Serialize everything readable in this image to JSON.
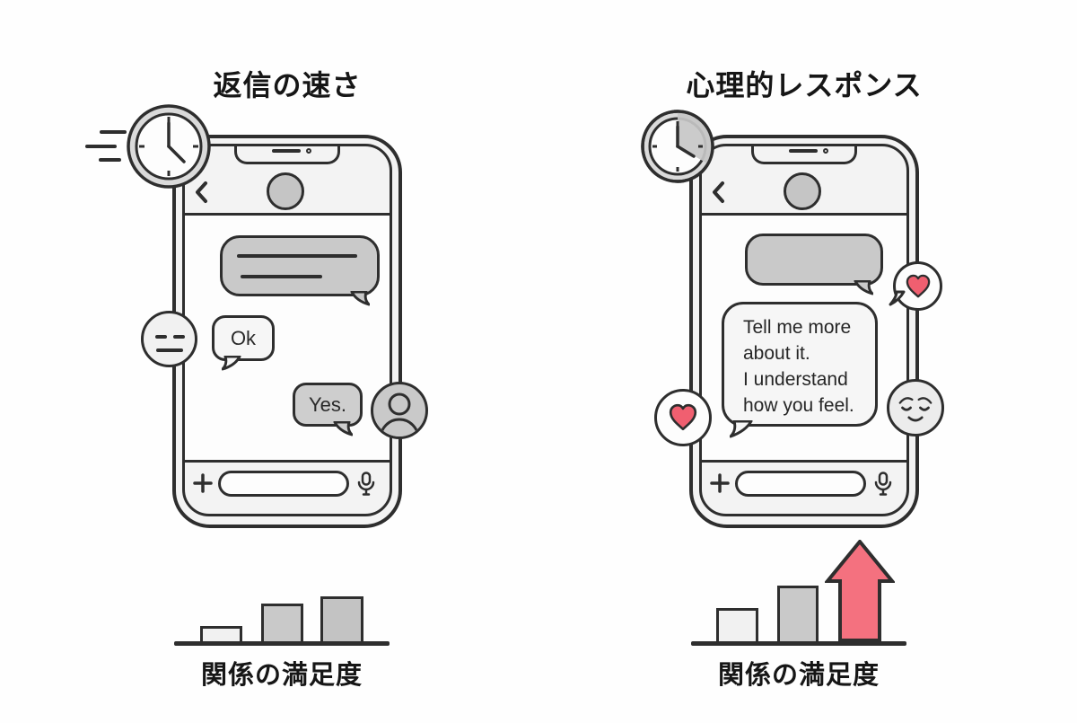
{
  "left_panel": {
    "title": "返信の速さ",
    "phone": {
      "messages": {
        "ok": "Ok",
        "yes": "Yes."
      }
    },
    "chart": {
      "label": "関係の満足度"
    }
  },
  "right_panel": {
    "title": "心理的レスポンス",
    "message_lines": [
      "Tell me more",
      "about it.",
      "I understand",
      "how you feel."
    ],
    "chart": {
      "label": "関係の満足度"
    }
  },
  "icons": [
    "speeding-clock-icon",
    "elapsed-time-clock-icon",
    "back-chevron-icon",
    "contact-avatar",
    "expressionless-face-icon",
    "relieved-face-icon",
    "person-avatar-icon",
    "heart-icon",
    "heart-speech-bubble",
    "plus-icon",
    "mic-icon",
    "up-arrow",
    "speaker-notch",
    "camera-dot"
  ],
  "colors": {
    "outline": "#2E2E2E",
    "frame_fill": "#F3F3F3",
    "bubble_gray": "#C9C9C9",
    "bubble_light": "#F6F6F6",
    "heart_red": "#F05F70",
    "arrow_pink": "#F4717F"
  },
  "chart_data": [
    {
      "type": "bar",
      "panel": "left",
      "xlabel": "関係の満足度",
      "values_relative": [
        0.36,
        0.83,
        1.0
      ],
      "note": "three gray bars, gently increasing"
    },
    {
      "type": "bar",
      "panel": "right",
      "xlabel": "関係の満足度",
      "values_relative": [
        0.35,
        0.57,
        1.0
      ],
      "note": "two gray bars increasing, third column is a tall pink up-arrow"
    }
  ]
}
